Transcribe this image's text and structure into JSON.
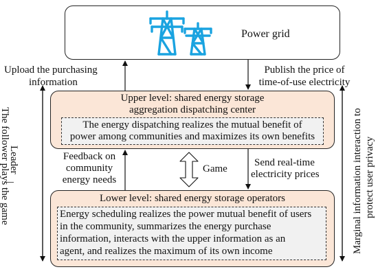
{
  "power_grid": {
    "label": "Power grid",
    "icon": "transmission-tower-icon",
    "icon_color": "#1aa3e0"
  },
  "upload_label": [
    "Upload the purchasing",
    "information"
  ],
  "publish_label": [
    "Publish the price of",
    "time-of-use electricity"
  ],
  "upper": {
    "title": [
      "Upper level: shared energy storage",
      "aggregation dispatching center"
    ],
    "description": [
      "The energy dispatching realizes the mutual benefit of",
      "power among communities and maximizes its own benefits"
    ]
  },
  "feedback_label": [
    "Feedback on",
    "community",
    "energy needs"
  ],
  "game_label": "Game",
  "send_label": [
    "Send real-time",
    "electricity prices"
  ],
  "lower": {
    "title": "Lower level: shared energy storage operators",
    "description": [
      "Energy scheduling realizes the power mutual benefit of users",
      "in the community, summarizes the energy purchase",
      "information, interacts with the upper information as an",
      "agent, and realizes the maximum of its own income"
    ]
  },
  "leader_label": "Leader",
  "separator_label": "|",
  "follower_label": "The follower plays the game",
  "privacy_label": [
    "Marginal information interaction to",
    "protect user privacy"
  ],
  "colors": {
    "box_fill": "#fbe6d7",
    "inner_fill": "#f1f1f1",
    "tower": "#1aa3e0"
  }
}
